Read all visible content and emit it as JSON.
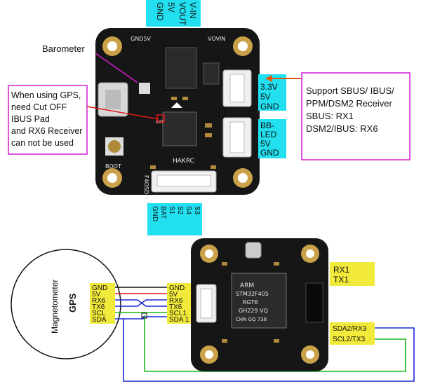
{
  "top_connector": [
    "V-IN",
    "VOUT",
    "5V",
    "GND"
  ],
  "barometer_label": "Barometer",
  "gps_note": [
    "When using GPS,",
    "need Cut OFF",
    "IBUS Pad",
    "and RX6 Receiver",
    "can not be used"
  ],
  "rx_conn_labels": [
    "3.3V",
    "5V",
    "GND"
  ],
  "led_conn_labels": [
    "BB-",
    "LED",
    "5V",
    "GND"
  ],
  "receiver_note": [
    "Support SBUS/ IBUS/",
    "PPM/DSM2 Receiver",
    "SBUS: RX1",
    "DSM2/IBUS: RX6"
  ],
  "bottom_connector": [
    "S3",
    "S4",
    "S2",
    "S1",
    "BAT",
    "GND"
  ],
  "board1_silk": {
    "top_left": "GND5V",
    "top_right": "VOVIN",
    "boot": "BOOT",
    "brand": "HAKRC",
    "model": "F4OSD V3",
    "bat": "BAT"
  },
  "module_title": "GPS",
  "module_subtitle": "Magnetometer",
  "gps_pins": [
    "GND",
    "5V",
    "RX6",
    "TX6",
    "SCL",
    "SDA"
  ],
  "fc_pins": [
    "GND",
    "5V",
    "RX6",
    "TX6",
    "SCL1",
    "SDA 1"
  ],
  "uart1_labels": [
    "RX1",
    "TX1"
  ],
  "uart2_labels": [
    "SDA2/RX3",
    "SCL2/TX3"
  ],
  "board2_chip": [
    "ARM",
    "STM32F405",
    "RGT6",
    "GH229 VQ",
    "CHN GQ 738"
  ],
  "colors": {
    "cyan_label": "#22e0f0",
    "yellow_label": "#f2ea3a",
    "magenta_callout": "#d01cd0",
    "board": "#161616",
    "pad_gold": "#c9a24a",
    "wire_red": "#e01818",
    "wire_blue": "#1a2ad8",
    "wire_green": "#17b81a",
    "wire_black": "#111111",
    "arrow": "#e05a10"
  }
}
